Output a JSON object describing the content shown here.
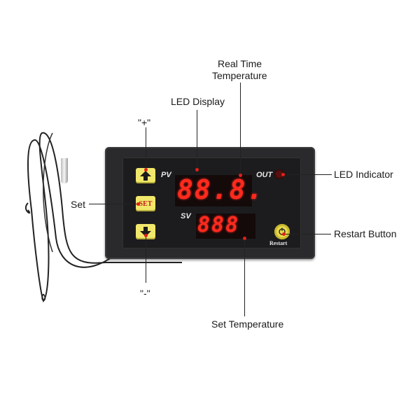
{
  "callouts": {
    "real_time_line1": "Real Time",
    "real_time_line2": "Temperature",
    "led_display": "LED Display",
    "plus": "\"+\"",
    "led_indicator": "LED Indicator",
    "set": "Set",
    "restart_button": "Restart Button",
    "minus": "\"-\"",
    "set_temperature": "Set Temperature"
  },
  "device": {
    "pv_tag": "PV",
    "sv_tag": "SV",
    "out_tag": "OUT",
    "set_button": "SET",
    "restart_label": "Restart",
    "pv_reading": "88.8.",
    "sv_reading": "888"
  },
  "colors": {
    "led_red": "#ff2a1e",
    "button_yellow": "#f1e76b",
    "casing": "#2a2a2c"
  },
  "icons": [
    "up-arrow-icon",
    "down-arrow-icon",
    "power-icon",
    "temperature-probe-icon"
  ]
}
